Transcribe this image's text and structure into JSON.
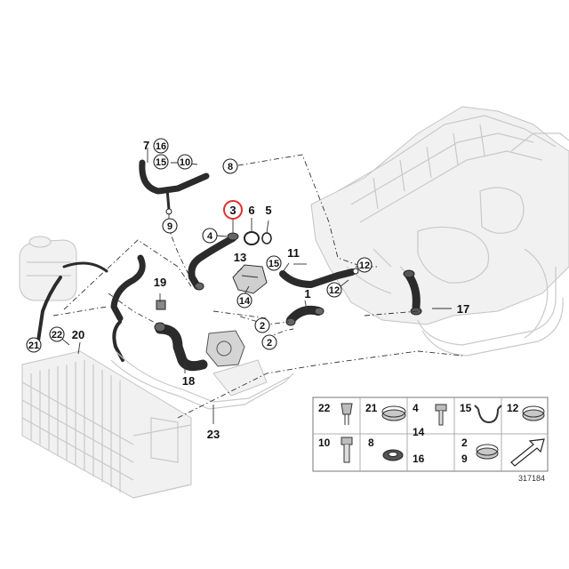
{
  "callouts": {
    "c1": "1",
    "c2a": "2",
    "c2b": "2",
    "c3": "3",
    "c4": "4",
    "c5": "5",
    "c6": "6",
    "c7": "7",
    "c8": "8",
    "c9": "9",
    "c10": "10",
    "c11": "11",
    "c12a": "12",
    "c12b": "12",
    "c13": "13",
    "c14": "14",
    "c15a": "15",
    "c15b": "15",
    "c16": "16",
    "c17": "17",
    "c18": "18",
    "c19": "19",
    "c20": "20",
    "c21": "21",
    "c22": "22",
    "c23": "23"
  },
  "highlight_color": "#e0302a",
  "legend": {
    "items": [
      "22",
      "21",
      "4",
      "15",
      "12",
      "10",
      "8",
      "14",
      "16",
      "2",
      "9"
    ]
  },
  "footer": {
    "ref_number": "317184"
  }
}
